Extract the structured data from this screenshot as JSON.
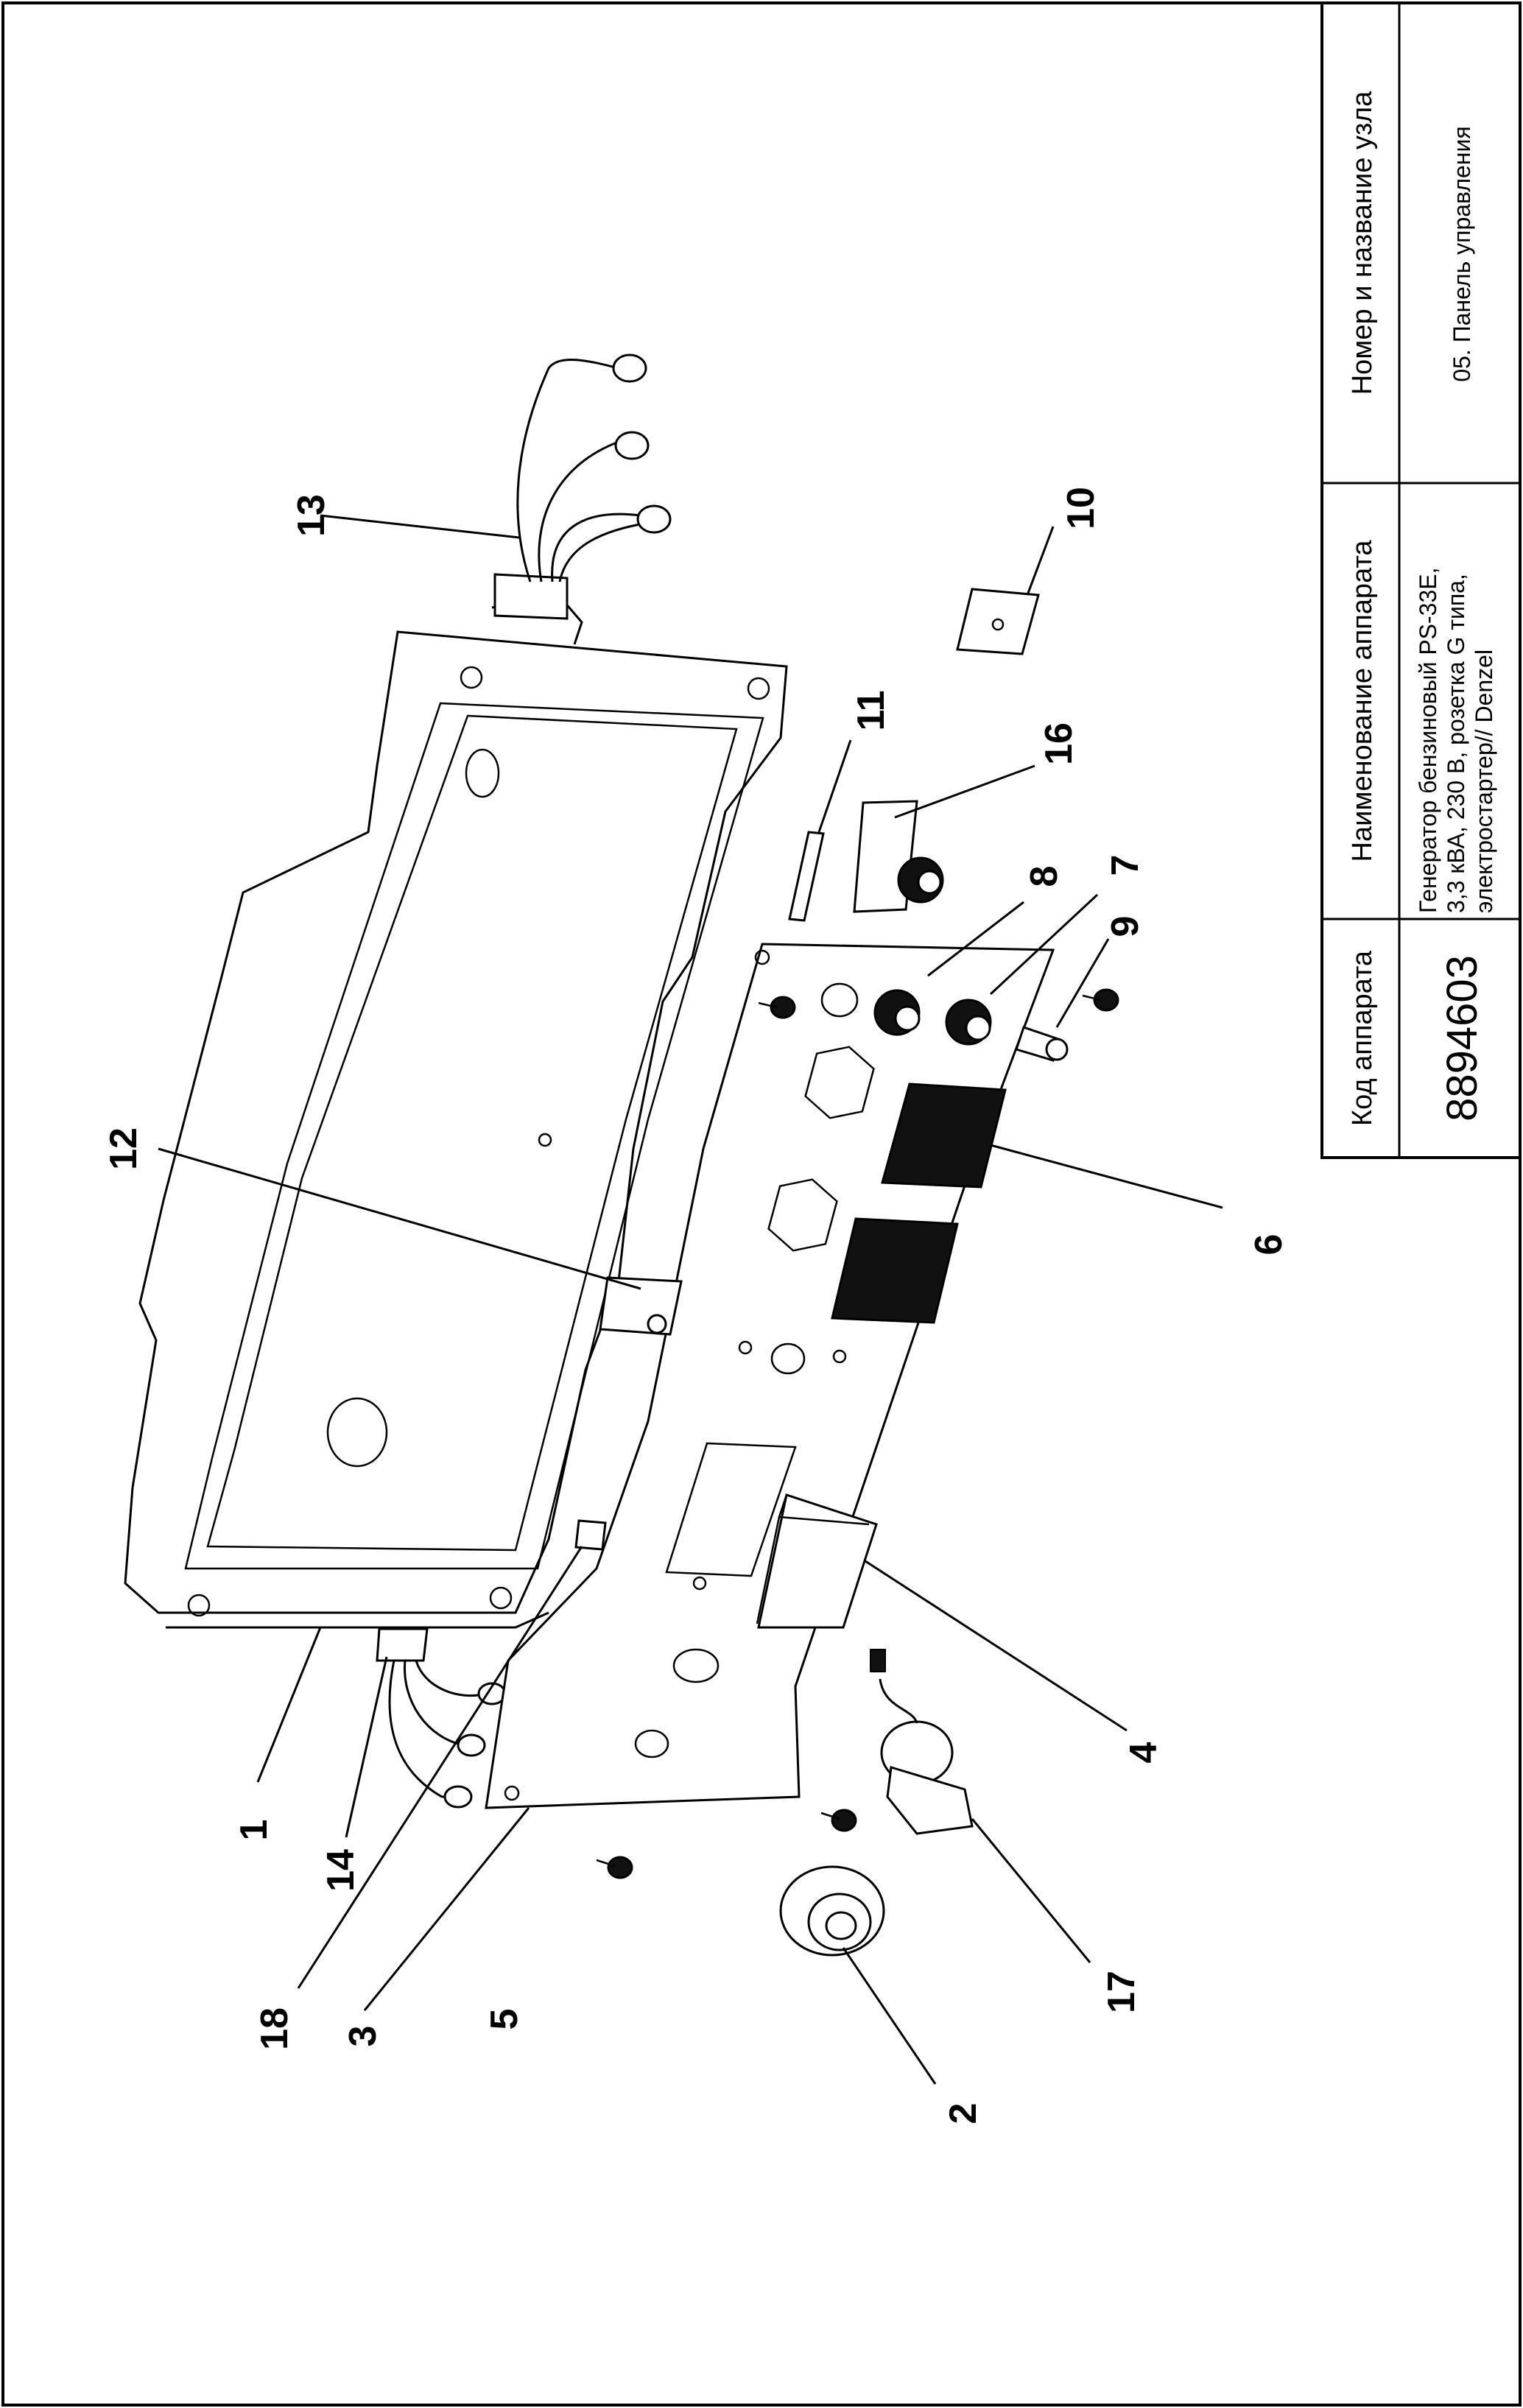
{
  "title_block": {
    "head_code": "Код аппарата",
    "head_name": "Наименование аппарата",
    "head_node": "Номер и название узла",
    "code": "8894603",
    "name_lines": [
      "Генератор бензиновый PS-33E,",
      "3,3 кВА, 230 В, розетка G типа,",
      "электростартер// Denzel"
    ],
    "node": "05. Панель управления"
  },
  "part_labels": {
    "p1": "1",
    "p2": "2",
    "p3": "3",
    "p4": "4",
    "p5": "5",
    "p6": "6",
    "p7": "7",
    "p8": "8",
    "p9": "9",
    "p10": "10",
    "p11": "11",
    "p12": "12",
    "p13": "13",
    "p14": "14",
    "p16": "16",
    "p17": "17",
    "p18": "18"
  }
}
